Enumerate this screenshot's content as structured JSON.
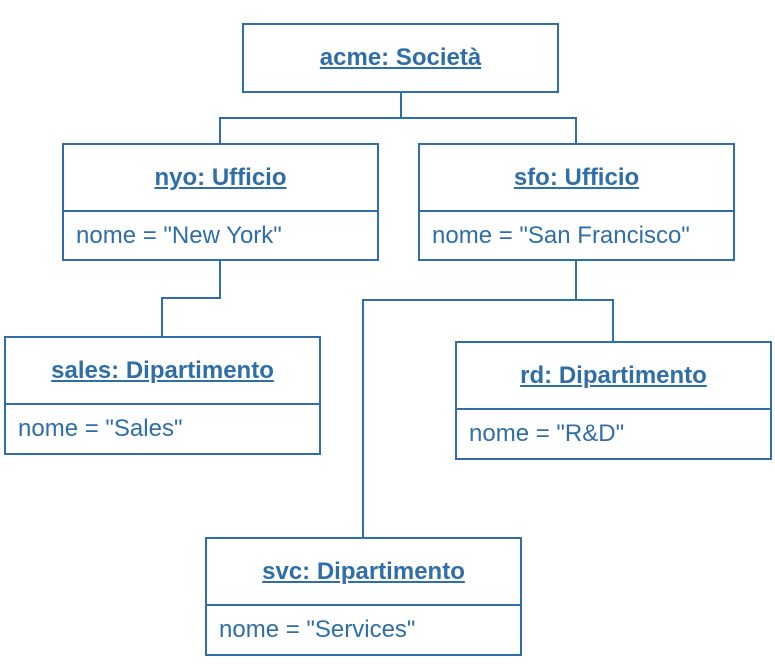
{
  "colors": {
    "stroke": "#2f6ea6",
    "text": "#2f6ea6",
    "background": "#ffffff"
  },
  "objects": {
    "acme": {
      "title": "acme: Società"
    },
    "nyo": {
      "title": "nyo: Ufficio",
      "attribute": "nome = \"New York\""
    },
    "sfo": {
      "title": "sfo: Ufficio",
      "attribute": "nome = \"San Francisco\""
    },
    "sales": {
      "title": "sales: Dipartimento",
      "attribute": "nome = \"Sales\""
    },
    "rd": {
      "title": "rd: Dipartimento",
      "attribute": "nome = \"R&D\""
    },
    "svc": {
      "title": "svc: Dipartimento",
      "attribute": "nome = \"Services\""
    }
  },
  "links": [
    {
      "from": "acme",
      "to": "nyo"
    },
    {
      "from": "acme",
      "to": "sfo"
    },
    {
      "from": "nyo",
      "to": "sales"
    },
    {
      "from": "sfo",
      "to": "rd"
    },
    {
      "from": "sfo",
      "to": "svc"
    }
  ]
}
